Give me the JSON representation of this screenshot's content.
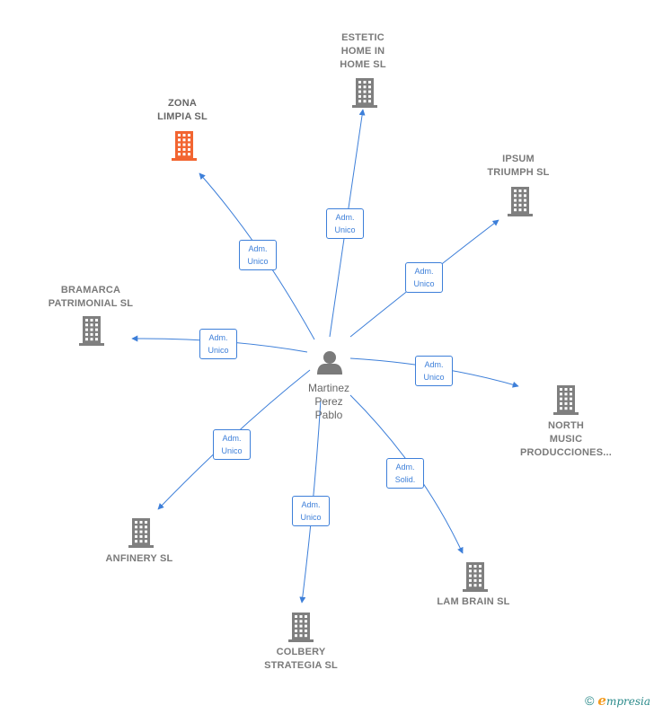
{
  "center": {
    "name": "Martinez\nPerez\nPablo",
    "icon": "person-icon"
  },
  "colors": {
    "edge": "#3d7fd9",
    "company": "#7f7f7f",
    "highlight": "#f26531"
  },
  "companies": [
    {
      "id": "estetic-home",
      "name": "ESTETIC\nHOME IN\nHOME SL",
      "relation": "Adm.\nUnico",
      "highlight": false
    },
    {
      "id": "zona-limpia",
      "name": "ZONA\nLIMPIA  SL",
      "relation": "Adm.\nUnico",
      "highlight": true
    },
    {
      "id": "ipsum-triumph",
      "name": "IPSUM\nTRIUMPH  SL",
      "relation": "Adm.\nUnico",
      "highlight": false
    },
    {
      "id": "bramarca",
      "name": "BRAMARCA\nPATRIMONIAL SL",
      "relation": "Adm.\nUnico",
      "highlight": false
    },
    {
      "id": "north-music",
      "name": "NORTH\nMUSIC\nPRODUCCIONES...",
      "relation": "Adm.\nUnico",
      "highlight": false
    },
    {
      "id": "anfinery",
      "name": "ANFINERY  SL",
      "relation": "Adm.\nUnico",
      "highlight": false
    },
    {
      "id": "lam-brain",
      "name": "LAM BRAIN SL",
      "relation": "Adm.\nSolid.",
      "highlight": false
    },
    {
      "id": "colbery",
      "name": "COLBERY\nSTRATEGIA SL",
      "relation": "Adm.\nUnico",
      "highlight": false
    }
  ],
  "brand": {
    "copyright": "©",
    "initial": "e",
    "rest": "mpresia"
  }
}
